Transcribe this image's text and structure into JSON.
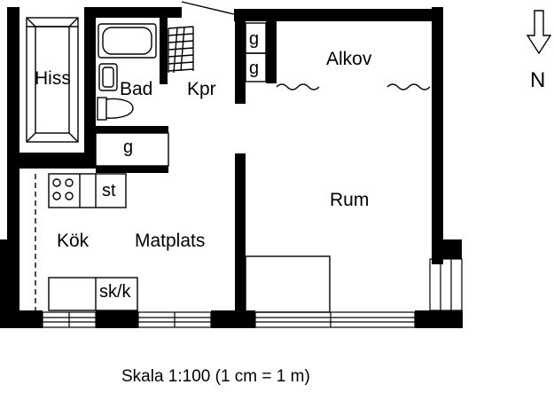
{
  "rooms": {
    "hiss": "Hiss",
    "bad": "Bad",
    "kpr": "Kpr",
    "alkov": "Alkov",
    "rum": "Rum",
    "kok": "Kök",
    "matplats": "Matplats"
  },
  "fixtures": {
    "closet_top_1": "g",
    "closet_top_2": "g",
    "closet_hall": "g",
    "stove_cabinet": "st",
    "fridge_freezer": "sk/k"
  },
  "compass": {
    "north": "N"
  },
  "scale": "Skala 1:100 (1 cm = 1 m)"
}
